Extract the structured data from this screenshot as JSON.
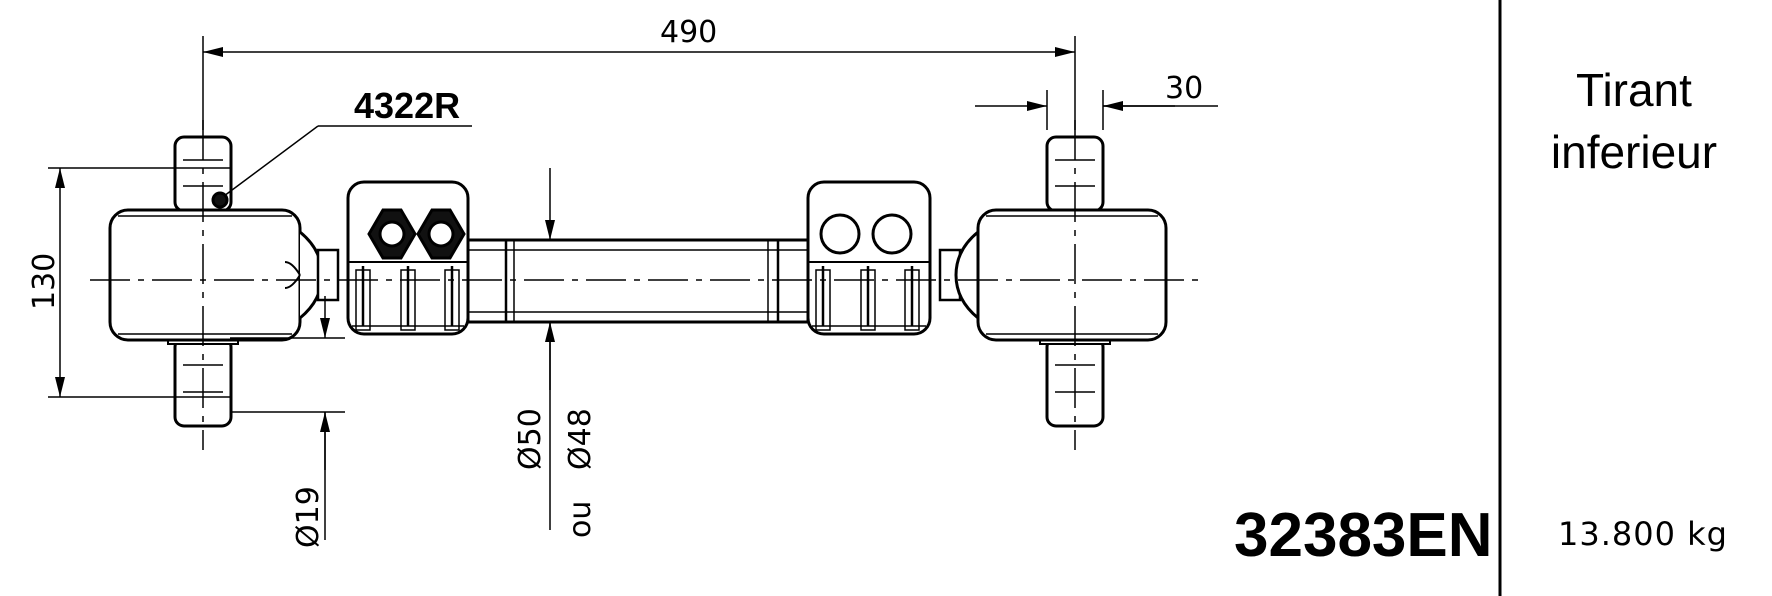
{
  "dimensions": {
    "length": "490",
    "offset": "30",
    "height": "130",
    "bushing_diameter": "Ø19",
    "tube_diameter_a": "Ø50",
    "tube_or": "ou",
    "tube_diameter_b": "Ø48"
  },
  "callout": "4322R",
  "part_number": "32383EN",
  "title_line1": "Tirant",
  "title_line2": "inferieur",
  "weight": "13.800 kg"
}
